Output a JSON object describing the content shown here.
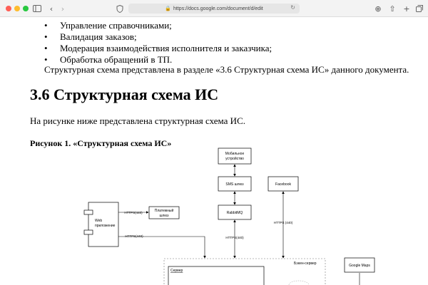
{
  "browser": {
    "url": "https://docs.google.com/document/d/edit",
    "traffic_colors": [
      "#ff5f57",
      "#febc2e",
      "#28c840"
    ]
  },
  "document": {
    "bullets": [
      "Управление справочниками;",
      "Валидация заказов;",
      "Модерация взаимодействия исполнителя и заказчика;",
      "Обработка обращений в ТП."
    ],
    "paragraph_ref": "Структурная схема представлена в разделе «3.6 Структурная схема ИС» данного документа.",
    "heading": "3.6 Структурная схема ИС",
    "intro": "На рисунке ниже представлена структурная схема ИС.",
    "figure_title": "Рисунок 1. «Структурная схема ИС»"
  },
  "diagram": {
    "mobile_device": [
      "Мобильное",
      "устройство"
    ],
    "sms_gateway": "SMS шлюз",
    "facebook": "Facebook",
    "rabbitmq": "RabbitMQ",
    "web_app": [
      "Web",
      "приложение"
    ],
    "payment_gateway": [
      "Платежный",
      "шлюз"
    ],
    "https_1": "HTTPS(440)",
    "https_2": "HTTPS(440)",
    "https_3": "HTTPS(440)",
    "https_4": "HTTPS (440)",
    "backend": "Бэкен-сервер",
    "server": "Сервер",
    "google_maps": "Google Maps"
  }
}
